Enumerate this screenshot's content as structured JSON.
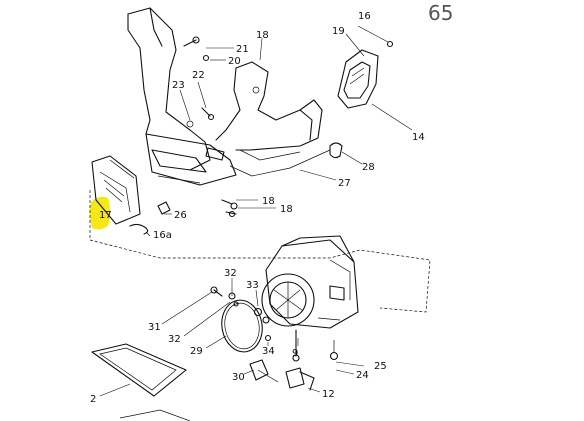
{
  "page_number": "65",
  "highlight_color": "#f5e400",
  "callouts": {
    "c21": "21",
    "c20": "20",
    "c18": "18",
    "c16": "16",
    "c19": "19",
    "c22": "22",
    "c23": "23",
    "c14": "14",
    "c28": "28",
    "c27": "27",
    "c17": "17",
    "c26": "26",
    "c18b": "18",
    "c18c": "18",
    "c16a": "16a",
    "c32": "32",
    "c33": "33",
    "c31": "31",
    "c32b": "32",
    "c29": "29",
    "c34": "34",
    "c9": "9",
    "c25": "25",
    "c30": "30",
    "c24": "24",
    "c12": "12",
    "c2": "2"
  }
}
